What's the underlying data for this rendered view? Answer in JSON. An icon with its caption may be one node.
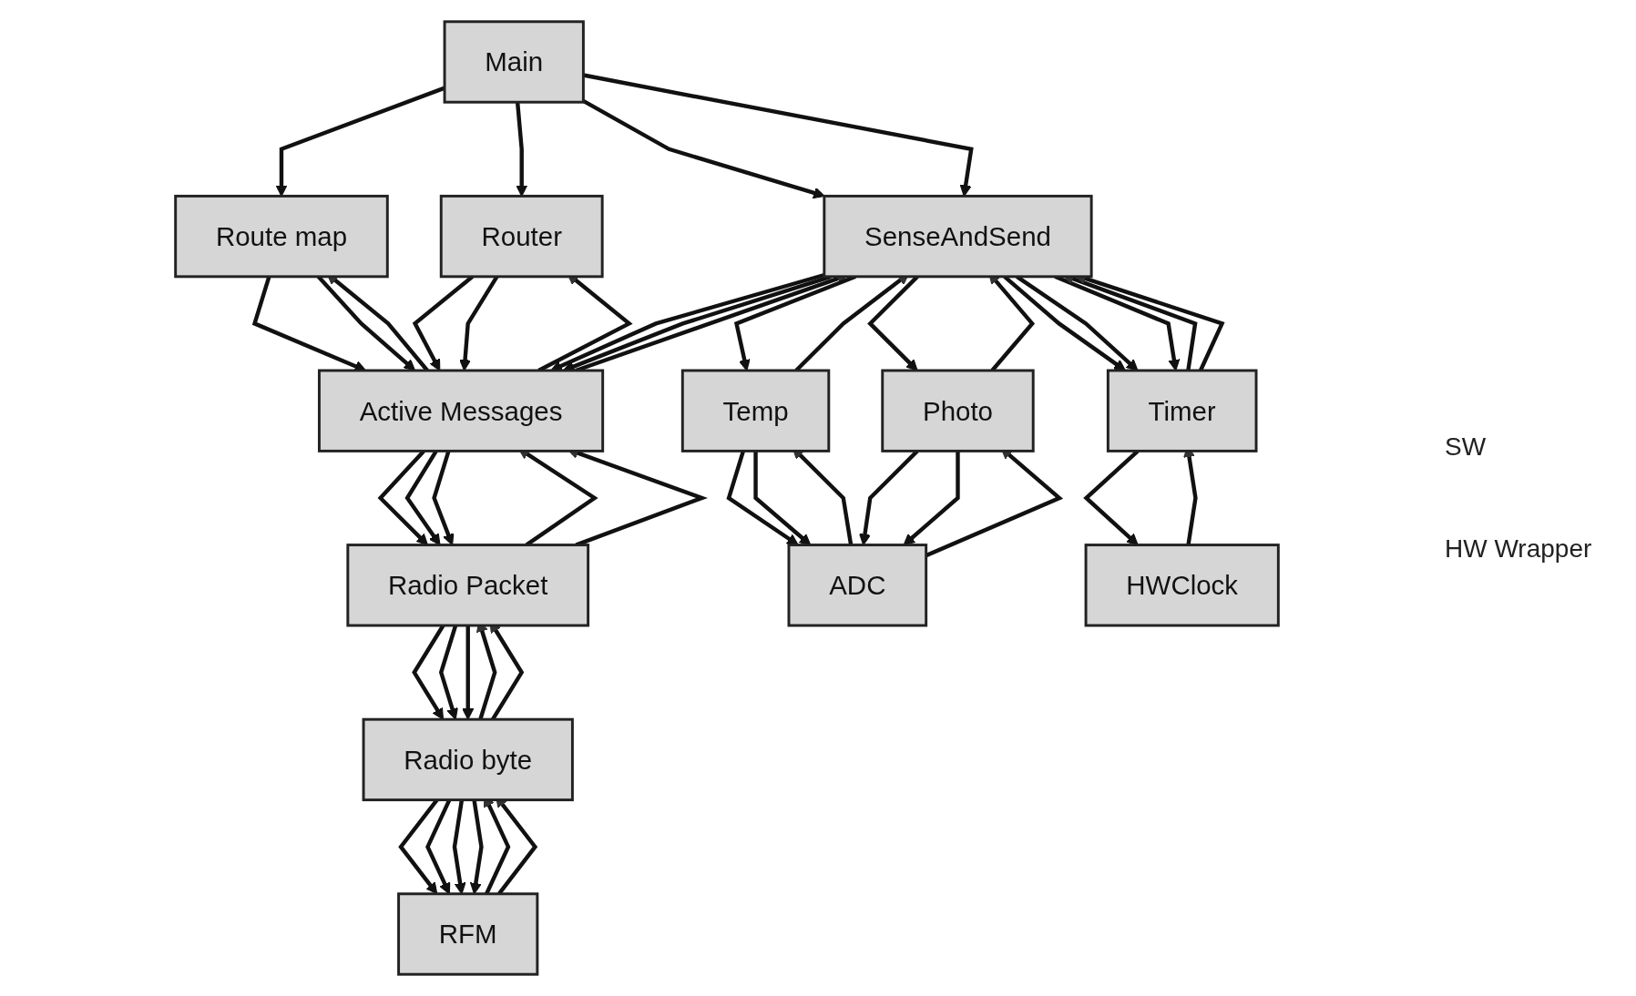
{
  "diagram": {
    "nodes": [
      {
        "text": [
          "Main"
        ]
      },
      {
        "text": [
          "Route map"
        ]
      },
      {
        "text": [
          "Router"
        ]
      },
      {
        "text": [
          "SenseAndSend"
        ]
      },
      {
        "text": [
          "Active Messages"
        ]
      },
      {
        "text": [
          "Timer"
        ]
      },
      {
        "text": [
          "Radio Packet"
        ]
      },
      {
        "text": [
          "Temp"
        ]
      },
      {
        "text": [
          "Photo"
        ]
      },
      {
        "text": [
          "Radio byte"
        ]
      },
      {
        "text": [
          "ADC"
        ]
      },
      {
        "text": [
          "RFM"
        ]
      },
      {
        "text": [
          "HWClock"
        ]
      }
    ],
    "edges": [
      {
        "from": 0,
        "to": 1,
        "arrow": "to"
      },
      {
        "from": 0,
        "to": 2,
        "arrow": "to"
      },
      {
        "from": 0,
        "to": 3,
        "arrow": "to"
      },
      {
        "from": 0,
        "to": 3,
        "arrow": "to"
      },
      {
        "from": 1,
        "to": 4,
        "arrow": "to"
      },
      {
        "from": 1,
        "to": 4,
        "arrow": "to"
      },
      {
        "from": 4,
        "to": 1,
        "arrow": "to"
      },
      {
        "from": 2,
        "to": 4,
        "arrow": "to"
      },
      {
        "from": 2,
        "to": 4,
        "arrow": "to"
      },
      {
        "from": 4,
        "to": 2,
        "arrow": "to"
      },
      {
        "from": 3,
        "to": 4,
        "arrow": "to"
      },
      {
        "from": 3,
        "to": 4,
        "arrow": "to"
      },
      {
        "from": 4,
        "to": 3,
        "arrow": "to"
      },
      {
        "from": 3,
        "to": 7,
        "arrow": "to"
      },
      {
        "from": 7,
        "to": 3,
        "arrow": "to"
      },
      {
        "from": 3,
        "to": 8,
        "arrow": "to"
      },
      {
        "from": 8,
        "to": 3,
        "arrow": "to"
      },
      {
        "from": 3,
        "to": 5,
        "arrow": "to"
      },
      {
        "from": 3,
        "to": 5,
        "arrow": "to"
      },
      {
        "from": 3,
        "to": 5,
        "arrow": "to"
      },
      {
        "from": 5,
        "to": 3,
        "arrow": "to"
      },
      {
        "from": 5,
        "to": 3,
        "arrow": "to"
      },
      {
        "from": 4,
        "to": 6,
        "arrow": "to"
      },
      {
        "from": 4,
        "to": 6,
        "arrow": "to"
      },
      {
        "from": 4,
        "to": 6,
        "arrow": "to"
      },
      {
        "from": 6,
        "to": 4,
        "arrow": "to"
      },
      {
        "from": 6,
        "to": 4,
        "arrow": "to"
      },
      {
        "from": 6,
        "to": 9,
        "arrow": "to"
      },
      {
        "from": 6,
        "to": 9,
        "arrow": "to"
      },
      {
        "from": 6,
        "to": 9,
        "arrow": "to"
      },
      {
        "from": 9,
        "to": 6,
        "arrow": "to"
      },
      {
        "from": 9,
        "to": 6,
        "arrow": "to"
      },
      {
        "from": 9,
        "to": 11,
        "arrow": "to"
      },
      {
        "from": 9,
        "to": 11,
        "arrow": "to"
      },
      {
        "from": 9,
        "to": 11,
        "arrow": "to"
      },
      {
        "from": 9,
        "to": 11,
        "arrow": "to"
      },
      {
        "from": 11,
        "to": 9,
        "arrow": "to"
      },
      {
        "from": 11,
        "to": 9,
        "arrow": "to"
      },
      {
        "from": 7,
        "to": 10,
        "arrow": "to"
      },
      {
        "from": 7,
        "to": 10,
        "arrow": "to"
      },
      {
        "from": 10,
        "to": 7,
        "arrow": "to"
      },
      {
        "from": 8,
        "to": 10,
        "arrow": "to"
      },
      {
        "from": 8,
        "to": 10,
        "arrow": "to"
      },
      {
        "from": 10,
        "to": 8,
        "arrow": "to"
      },
      {
        "from": 5,
        "to": 12,
        "arrow": "to"
      },
      {
        "from": 12,
        "to": 5,
        "arrow": "to"
      }
    ],
    "labels": [
      "SW",
      "HW Wrapper"
    ]
  }
}
